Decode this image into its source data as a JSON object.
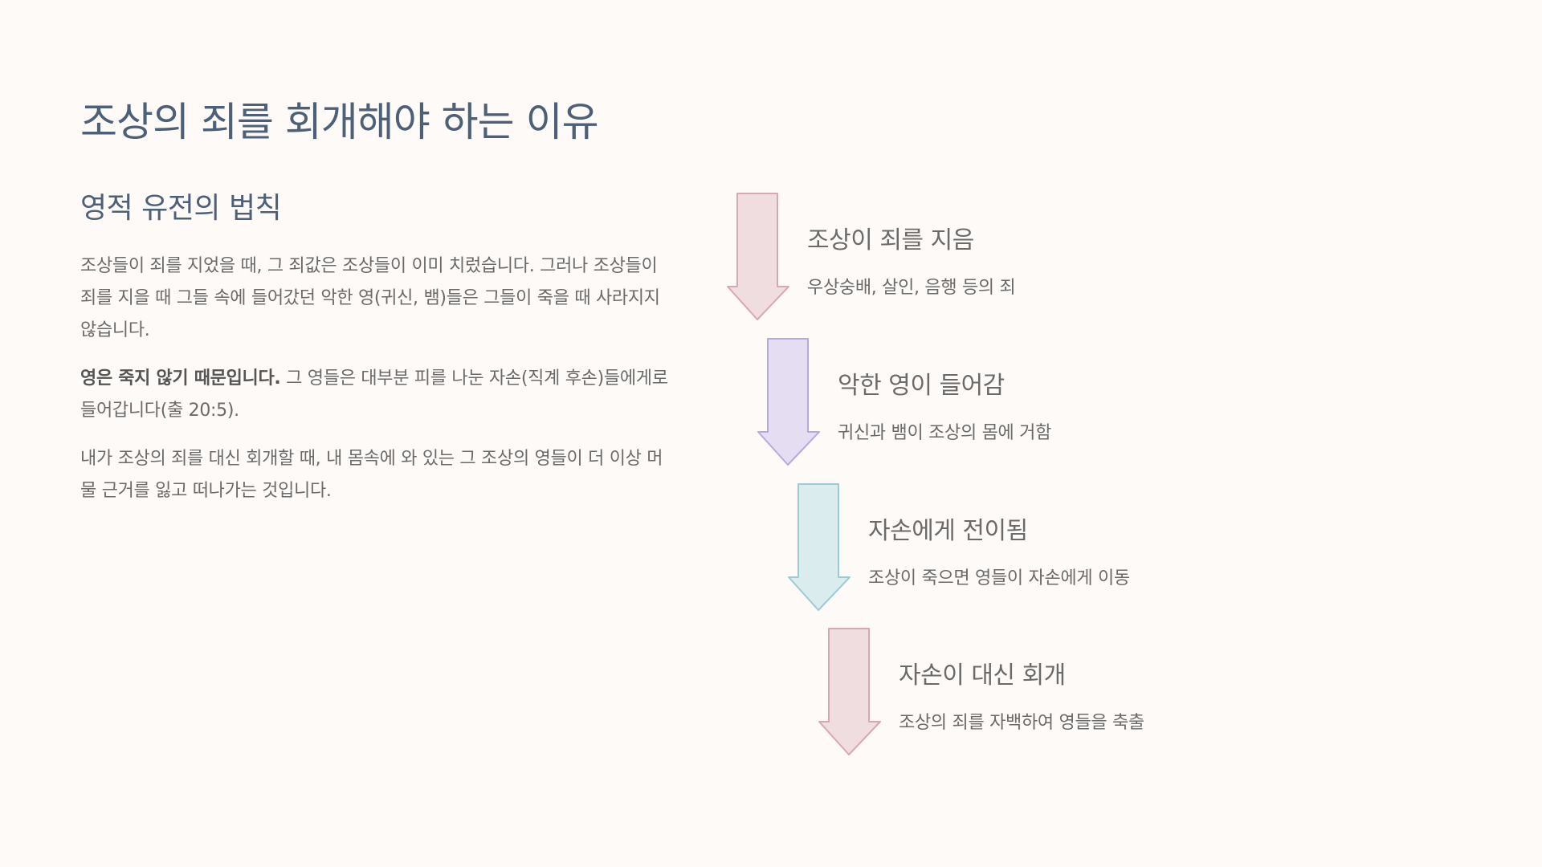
{
  "slide": {
    "title": "조상의 죄를 회개해야 하는 이유",
    "subtitle": "영적 유전의 법칙",
    "paragraph1": "조상들이 죄를 지었을 때, 그 죄값은 조상들이 이미 치렀습니다. 그러나 조상들이 죄를 지을 때 그들 속에 들어갔던 악한 영(귀신, 뱀)들은 그들이 죽을 때 사라지지 않습니다.",
    "paragraph2_bold": "영은 죽지 않기 때문입니다.",
    "paragraph2_rest": " 그 영들은 대부분 피를 나눈 자손(직계 후손)들에게로 들어갑니다(출 20:5).",
    "paragraph3": "내가 조상의 죄를 대신 회개할 때, 내 몸속에 와 있는 그 조상의 영들이 더 이상 머물 근거를 잃고 떠나가는 것입니다."
  },
  "flow": [
    {
      "title": "조상이 죄를 지음",
      "desc": "우상숭배, 살인, 음행 등의 죄",
      "fill": "#f0dde0",
      "stroke": "#d8a8b0"
    },
    {
      "title": "악한 영이 들어감",
      "desc": "귀신과 뱀이 조상의 몸에 거함",
      "fill": "#e5def3",
      "stroke": "#b8a9dc"
    },
    {
      "title": "자손에게 전이됨",
      "desc": "조상이 죽으면 영들이 자손에게 이동",
      "fill": "#dbecef",
      "stroke": "#9ecad6"
    },
    {
      "title": "자손이 대신 회개",
      "desc": "조상의 죄를 자백하여 영들을 축출",
      "fill": "#f0dde0",
      "stroke": "#d8a8b0"
    }
  ]
}
